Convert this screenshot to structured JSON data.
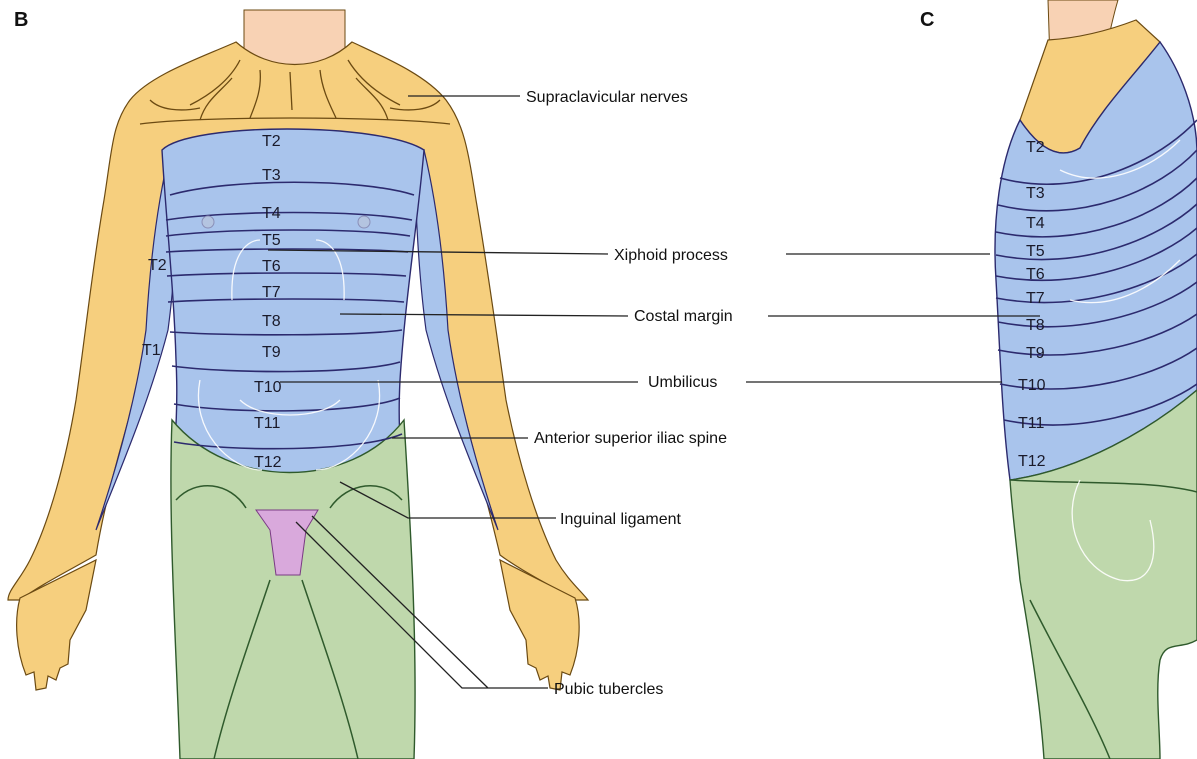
{
  "panels": {
    "front": {
      "letter": "B"
    },
    "side": {
      "letter": "C"
    }
  },
  "colors": {
    "cervical_yellow": "#f6cf7e",
    "thoracic_blue": "#a9c4ec",
    "lumbar_green": "#bfd8ac",
    "sacral_pink": "#d9a9dc",
    "skin": "#f8d2b4",
    "dermatome_line": "#2c2a6e"
  },
  "front_segments": [
    "T2",
    "T3",
    "T4",
    "T5",
    "T6",
    "T7",
    "T8",
    "T9",
    "T10",
    "T11",
    "T12"
  ],
  "front_arm_segments": [
    "T2",
    "T1"
  ],
  "side_segments": [
    "T2",
    "T3",
    "T4",
    "T5",
    "T6",
    "T7",
    "T8",
    "T9",
    "T10",
    "T11",
    "T12"
  ],
  "labels": {
    "supraclavicular": "Supraclavicular nerves",
    "xiphoid": "Xiphoid process",
    "costal": "Costal margin",
    "umbilicus": "Umbilicus",
    "asis": "Anterior superior iliac spine",
    "inguinal": "Inguinal ligament",
    "pubic": "Pubic tubercles"
  },
  "icons": [
    "torso-front-figure",
    "torso-side-figure"
  ]
}
